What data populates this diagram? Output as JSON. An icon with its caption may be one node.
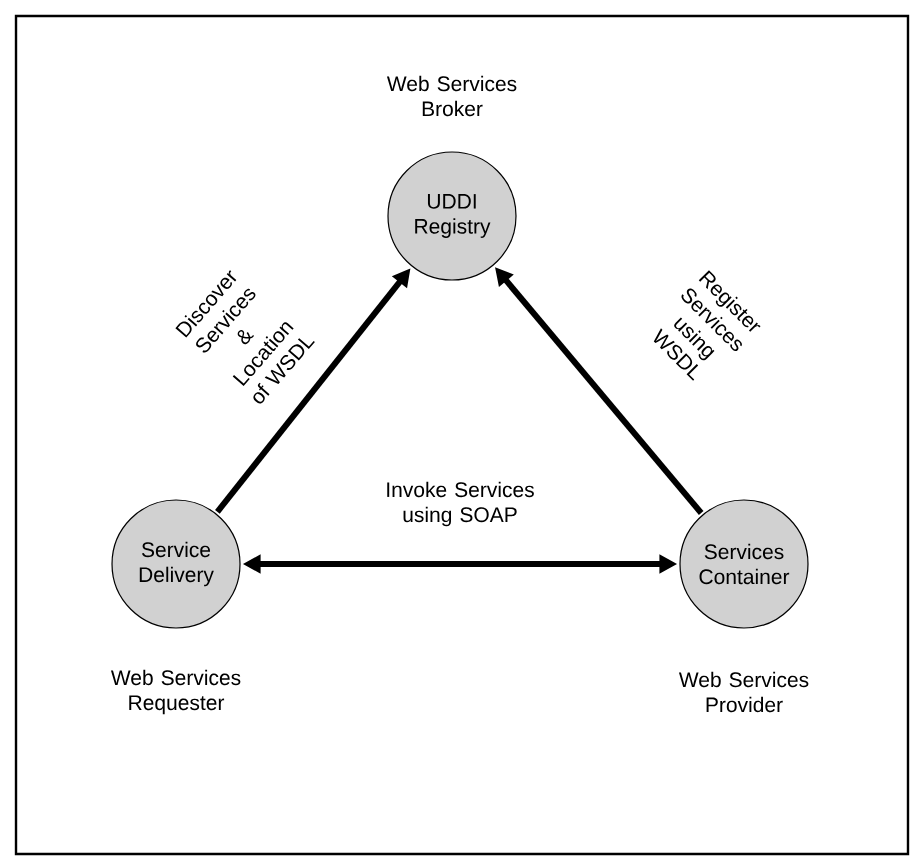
{
  "diagram": {
    "nodes": [
      {
        "text": [
          "UDDI Registry"
        ],
        "beside": [
          "Web Services Broker"
        ]
      },
      {
        "text": [
          "Service Delivery"
        ],
        "beside": [
          "Web Services Requester"
        ]
      },
      {
        "text": [
          "Services Container"
        ],
        "beside": [
          "Web Services Provider"
        ]
      }
    ],
    "edges": [
      {
        "from": 1,
        "to": 0,
        "arrow": "to",
        "label": "Discover Services & Location of WSDL"
      },
      {
        "from": 2,
        "to": 0,
        "arrow": "to",
        "label": "Register Services using WSDL"
      },
      {
        "from": 1,
        "to": 2,
        "arrow": "both",
        "label": "Invoke Services using SOAP"
      }
    ]
  }
}
